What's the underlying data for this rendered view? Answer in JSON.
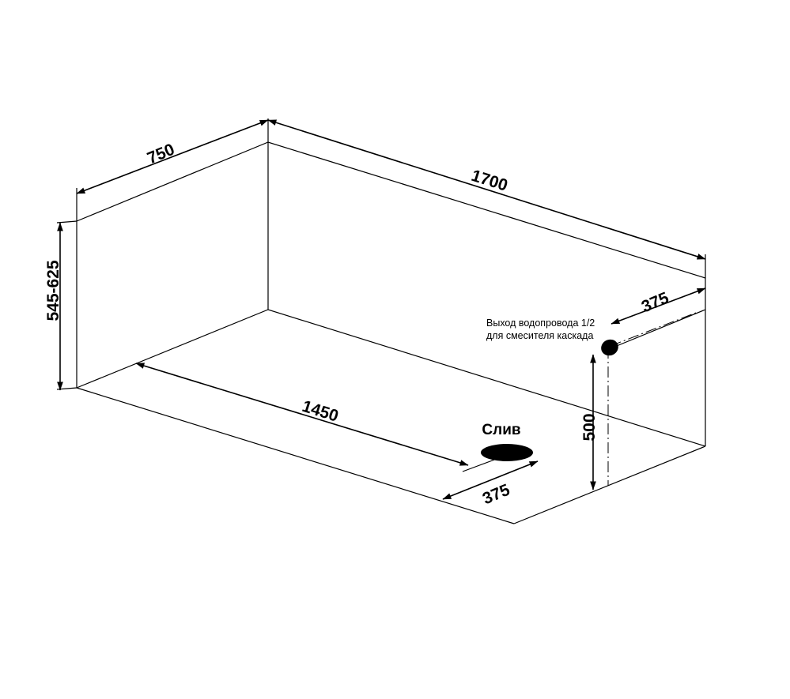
{
  "dimensions": {
    "width_750": "750",
    "length_1700": "1700",
    "height_545_625": "545-625",
    "drain_length_1450": "1450",
    "drain_offset_375": "375",
    "pipe_offset_375": "375",
    "pipe_height_500": "500"
  },
  "labels": {
    "drain": "Слив",
    "water_outlet_line1": "Выход водопровода 1/2",
    "water_outlet_line2": "для смесителя каскада"
  },
  "colors": {
    "ink": "#000000",
    "background": "#ffffff"
  }
}
